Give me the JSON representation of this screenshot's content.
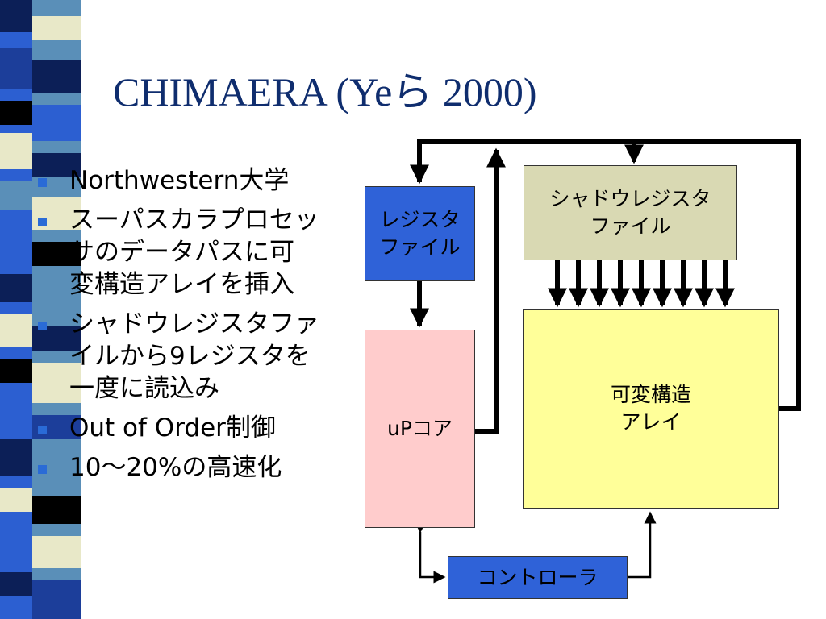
{
  "slide": {
    "title": "CHIMAERA (Yeら 2000)",
    "bullets": [
      "Northwestern大学",
      "スーパスカラプロセッ\nサのデータパスに可\n変構造アレイを挿入",
      "シャドウレジスタファ\nイルから9レジスタを\n一度に読込み",
      "Out of Order制御",
      "10～20%の高速化"
    ]
  },
  "diagram": {
    "register_file": "レジスタ\nファイル",
    "shadow_register_file": "シャドウレジスタ\nファイル",
    "reconfigurable_array": "可変構造\nアレイ",
    "up_core": "uPコア",
    "controller": "コントローラ"
  },
  "colors": {
    "title": "#0f2d6e",
    "bullet": "#2a6bd6",
    "register_box": "#2f62d8",
    "shadow_box": "#d9d9b3",
    "array_box": "#ffff99",
    "core_box": "#ffcccc",
    "controller_box": "#2f62d8"
  }
}
